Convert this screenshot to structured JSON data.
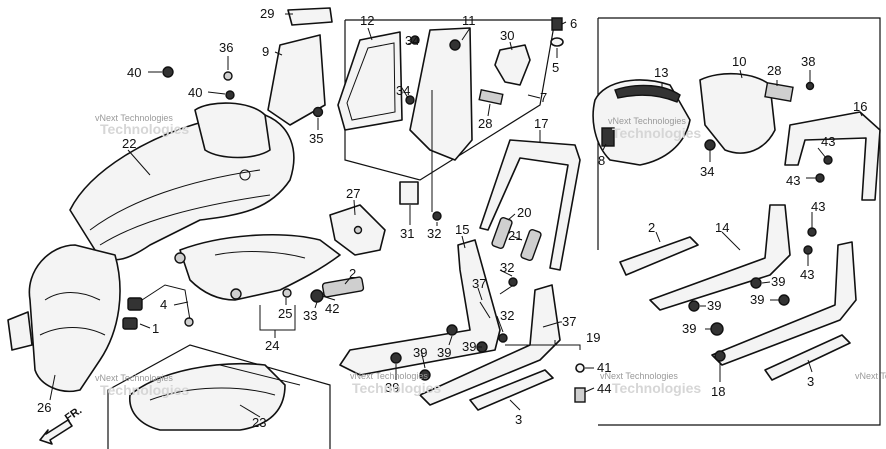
{
  "callouts": {
    "c1": "1",
    "c2a": "2",
    "c2b": "2",
    "c3a": "3",
    "c3b": "3",
    "c4": "4",
    "c5": "5",
    "c6": "6",
    "c7": "7",
    "c8": "8",
    "c9": "9",
    "c10": "10",
    "c11": "11",
    "c12": "12",
    "c13": "13",
    "c14": "14",
    "c15": "15",
    "c16": "16",
    "c17": "17",
    "c18": "18",
    "c19": "19",
    "c20": "20",
    "c21": "21",
    "c22": "22",
    "c23": "23",
    "c24": "24",
    "c25": "25",
    "c26": "26",
    "c27": "27",
    "c28a": "28",
    "c28b": "28",
    "c29": "29",
    "c30": "30",
    "c31": "31",
    "c32a": "32",
    "c32b": "32",
    "c32c": "32",
    "c33": "33",
    "c34a": "34",
    "c34b": "34",
    "c34c": "34",
    "c35": "35",
    "c36": "36",
    "c37a": "37",
    "c37b": "37",
    "c38": "38",
    "c39a": "39",
    "c39b": "39",
    "c39c": "39",
    "c39d": "39",
    "c39e": "39",
    "c39f": "39",
    "c39g": "39",
    "c39h": "39",
    "c40a": "40",
    "c40b": "40",
    "c41": "41",
    "c42": "42",
    "c43a": "43",
    "c43b": "43",
    "c43c": "43",
    "c43d": "43",
    "c44": "44"
  },
  "watermark": {
    "small": "vNext Technologies",
    "large": "Technologies"
  },
  "direction_label": "FR."
}
